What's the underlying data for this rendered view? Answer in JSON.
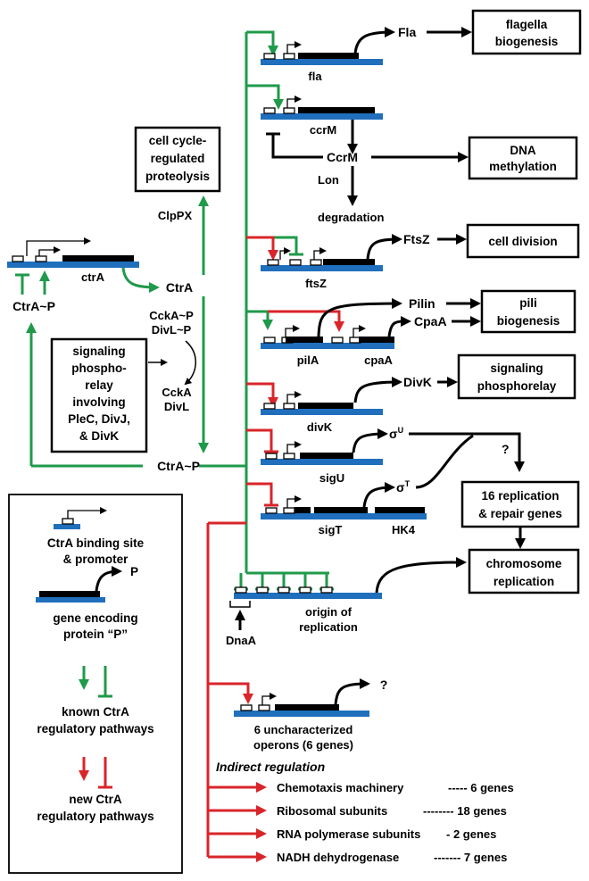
{
  "genes": {
    "fla": "fla",
    "ccrM": "ccrM",
    "ftsZ": "ftsZ",
    "pilA": "pilA",
    "cpaA": "cpaA",
    "divK": "divK",
    "sigU": "sigU",
    "sigT": "sigT",
    "HK4": "HK4",
    "ctrA": "ctrA"
  },
  "proteins": {
    "Fla": "Fla",
    "CcrM": "CcrM",
    "FtsZ": "FtsZ",
    "Pilin": "Pilin",
    "CpaA": "CpaA",
    "DivK": "DivK",
    "sigmaU_base": "σ",
    "sigmaU_sup": "U",
    "sigmaT_base": "σ",
    "sigmaT_sup": "T",
    "CtrA": "CtrA",
    "CtrAP": "CtrA~P",
    "CtrAP_left": "CtrA~P",
    "DnaA": "DnaA",
    "P": "P"
  },
  "labels": {
    "ClpPX": "ClpPX",
    "Lon": "Lon",
    "degradation": "degradation",
    "CckAP": "CckA~P",
    "DivLP": "DivL~P",
    "CckA": "CckA",
    "DivL": "DivL",
    "origin_1": "origin of",
    "origin_2": "replication",
    "uncharacterized_1": "6 uncharacterized",
    "uncharacterized_2": "operons (6 genes)",
    "question": "?"
  },
  "boxes": {
    "flagella_1": "flagella",
    "flagella_2": "biogenesis",
    "dna_1": "DNA",
    "dna_2": "methylation",
    "division": "cell division",
    "pili_1": "pili",
    "pili_2": "biogenesis",
    "phospho_1": "signaling",
    "phospho_2": "phosphorelay",
    "rep16_1": "16 replication",
    "rep16_2": "& repair genes",
    "chrom_1": "chromosome",
    "chrom_2": "replication",
    "proteolysis_1": "cell cycle-",
    "proteolysis_2": "regulated",
    "proteolysis_3": "proteolysis",
    "relay_1": "signaling",
    "relay_2": "phospho-",
    "relay_3": "relay",
    "relay_4": "involving",
    "relay_5": "PleC, DivJ,",
    "relay_6": "& DivK"
  },
  "legend": {
    "binding_1": "CtrA binding site",
    "binding_2": "& promoter",
    "gene_1": "gene encoding",
    "gene_2": "protein “P”",
    "known_1": "known CtrA",
    "known_2": "regulatory pathways",
    "new_1": "new CtrA",
    "new_2": "regulatory pathways"
  },
  "indirect": {
    "heading": "Indirect regulation",
    "items": [
      {
        "name": "Chemotaxis machinery",
        "count": "----- 6 genes"
      },
      {
        "name": "Ribosomal subunits",
        "count": "-------- 18 genes"
      },
      {
        "name": "RNA polymerase subunits",
        "count": "- 2 genes"
      },
      {
        "name": "NADH dehydrogenase",
        "count": "------- 7 genes"
      }
    ]
  },
  "colors": {
    "known": "#1f9a4a",
    "new": "#d9252a",
    "dna": "#1f6fbd"
  }
}
